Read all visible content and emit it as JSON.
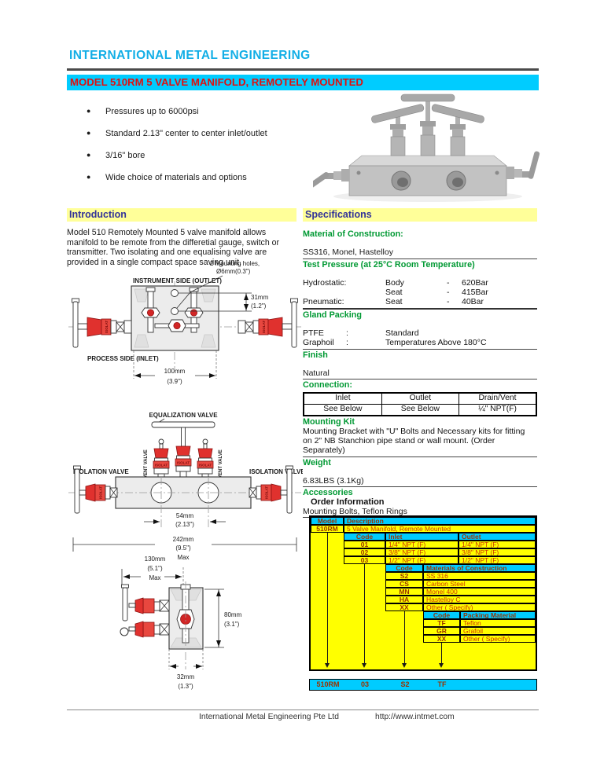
{
  "page": {
    "company": "INTERNATIONAL METAL ENGINEERING",
    "title": "MODEL 510RM 5 VALVE MANIFOLD, REMOTELY MOUNTED",
    "footer_left": "International Metal Engineering Pte Ltd",
    "footer_right": "http://www.intmet.com"
  },
  "features": [
    "Pressures up to 6000psi",
    "Standard 2.13\" center to center inlet/outlet",
    "3/16\" bore",
    "Wide choice of materials and options"
  ],
  "introduction": {
    "heading": "Introduction",
    "body": "Model 510 Remotely Mounted 5 valve manifold allows manifold to be remote from the differetial gauge, switch or transmitter. Two isolating and one equalising valve are provided in a single compact space saving unit."
  },
  "diagram1": {
    "mounting_line1": "2 Mounting holes,",
    "mounting_line2": "Ø6mm(0.3\")",
    "instrument_side": "INSTRUMENT SIDE (OUTLET)",
    "process_side": "PROCESS SIDE (INLET)",
    "dim31_a": "31mm",
    "dim31_b": "(1.2\")",
    "dim100_a": "100mm",
    "dim100_b": "(3.9\")",
    "band_text": "ISOLAT"
  },
  "diagram2": {
    "equalization": "EQUALIZATION VALVE",
    "drain_vent": "DRAIN / VENT VALVE",
    "isolation_left": "ISOLATION VALVE",
    "isolation_right": "ISOLATION VALVE",
    "dim54_a": "54mm",
    "dim54_b": "(2.13\")",
    "dim242_a": "242mm",
    "dim242_b": "(9.5\")",
    "dim242_c": "Max",
    "band_text": "ISOLAT"
  },
  "diagram3": {
    "dim130_a": "130mm",
    "dim130_b": "(5.1\")",
    "dim130_c": "Max",
    "dim80_a": "80mm",
    "dim80_b": "(3.1\")",
    "dim32_a": "32mm",
    "dim32_b": "(1.3\")"
  },
  "specifications": {
    "heading": "Specifications",
    "material_heading": "Material of Construction:",
    "material_value": "SS316, Monel, Hastelloy",
    "test_pressure_heading": "Test Pressure (at 25°C Room Temperature)",
    "pressure_rows": [
      {
        "label": "Hydrostatic:",
        "part": "Body",
        "dash": "-",
        "value": "620Bar"
      },
      {
        "label": "",
        "part": "Seat",
        "dash": "-",
        "value": "415Bar"
      },
      {
        "label": "Pneumatic:",
        "part": "Seat",
        "dash": "-",
        "value": "40Bar"
      }
    ],
    "gland_packing_heading": "Gland Packing",
    "packing_rows": [
      {
        "label": "PTFE",
        "colon": ":",
        "value": "Standard"
      },
      {
        "label": "Graphoil",
        "colon": ":",
        "value": "Temperatures Above 180°C"
      }
    ],
    "finish_heading": "Finish",
    "finish_value": "Natural",
    "connection_heading": "Connection:",
    "connection_table": {
      "headers": [
        "Inlet",
        "Outlet",
        "Drain/Vent"
      ],
      "values": [
        "See Below",
        "See Below",
        "¼\" NPT(F)"
      ]
    },
    "mounting_kit_heading": "Mounting Kit",
    "mounting_kit_line1": "Mounting Bracket with \"U\" Bolts and Necessary kits for fitting",
    "mounting_kit_line2": "on 2\" NB Stanchion pipe stand or wall mount. (Order Separately)",
    "weight_heading": "Weight",
    "weight_value": "6.83LBS (3.1Kg)",
    "accessories_heading": "Accessories",
    "accessories_value": "Mounting Bolts, Teflon Rings"
  },
  "order_info": {
    "heading": "Order Information",
    "model_header": "Model",
    "description_header": "Description",
    "model_value": "510RM",
    "description_value": "5 Valve Manifold, Remote Mounted",
    "size": {
      "code_header": "Code",
      "inlet_header": "Inlet",
      "outlet_header": "Outlet",
      "rows": [
        {
          "code": "01",
          "inlet": "1/4\" NPT (F)",
          "outlet": "1/4\" NPT (F)"
        },
        {
          "code": "02",
          "inlet": "3/8\" NPT (F)",
          "outlet": "3/8\" NPT (F)"
        },
        {
          "code": "03",
          "inlet": "1/2\" NPT (F)",
          "outlet": "1/2\" NPT (F)"
        }
      ]
    },
    "materials": {
      "code_header": "Code",
      "name_header": "Materials of Construction",
      "rows": [
        {
          "code": "S2",
          "name": "SS 316"
        },
        {
          "code": "CS",
          "name": "Carbon Steel"
        },
        {
          "code": "MN",
          "name": "Monel 400"
        },
        {
          "code": "HA",
          "name": "Hastelloy C"
        },
        {
          "code": "XX",
          "name": "Other ( Specify)"
        }
      ]
    },
    "packing": {
      "code_header": "Code",
      "name_header": "Packing Material",
      "rows": [
        {
          "code": "TF",
          "name": "Teflon"
        },
        {
          "code": "GR",
          "name": "Grafoil"
        },
        {
          "code": "XX",
          "name": "Other ( Specify)"
        }
      ]
    },
    "example": {
      "model": "510RM",
      "size_code": "03",
      "material_code": "S2",
      "packing_code": "TF"
    }
  },
  "colors": {
    "cyan": "#00CCFF",
    "heading_bar_yellow": "#FFFF99",
    "table_yellow": "#FFFF00",
    "heading_blue": "#333399",
    "title_red": "#E01010",
    "spec_green": "#009933",
    "table_header_red": "#993300",
    "table_value_red": "#CC3300",
    "valve_red": "#E0312E"
  }
}
